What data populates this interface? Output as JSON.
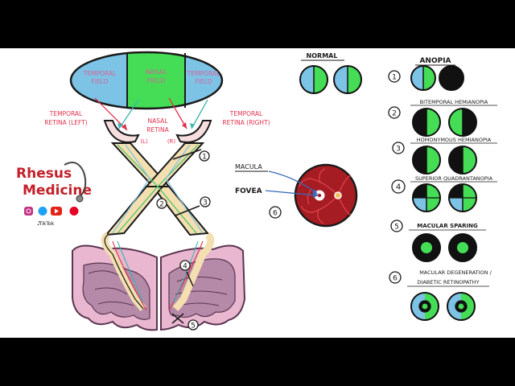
{
  "field": {
    "temporal_left": [
      "TEMPORAL",
      "FIELD"
    ],
    "nasal": [
      "NASAL",
      "FIELD"
    ],
    "temporal_right": [
      "TEMPORAL",
      "FIELD"
    ]
  },
  "retina": {
    "temporal_left": [
      "TEMPORAL",
      "RETINA (LEFT)"
    ],
    "nasal": [
      "NASAL",
      "RETINA",
      "(L)",
      "(R)"
    ],
    "temporal_right": [
      "TEMPORAL",
      "RETINA (RIGHT)"
    ]
  },
  "lesion_markers": [
    "1",
    "2",
    "3",
    "4",
    "5",
    "6"
  ],
  "brand": {
    "line1": "Rhesus",
    "line2": "Medicine",
    "tiktok": "TikTok"
  },
  "fundus": {
    "macula_label": "MACULA",
    "fovea_label": "FOVEA",
    "marker": "6"
  },
  "normal_label": "NORMAL",
  "defects": [
    {
      "num": "1",
      "label": "ANOPIA"
    },
    {
      "num": "2",
      "label": "BITEMPORAL HEMIANOPIA"
    },
    {
      "num": "3",
      "label": "HOMONYMOUS HEMIANOPIA"
    },
    {
      "num": "4",
      "label": "SUPERIOR QUADRANTANOPIA"
    },
    {
      "num": "5",
      "label": "MACULAR SPARING"
    },
    {
      "num": "6",
      "label": "MACULAR DEGENERATION /",
      "label2": "DIABETIC RETINOPATHY"
    }
  ],
  "colors": {
    "blue": "#7cc3e6",
    "green": "#44dd55",
    "black": "#111111",
    "pink": "#e2708d",
    "brain": "#e9b7cf",
    "brain_dark": "#6a3c5a",
    "nerve": "#f3dfb0",
    "fundus_red": "#a51c22"
  }
}
